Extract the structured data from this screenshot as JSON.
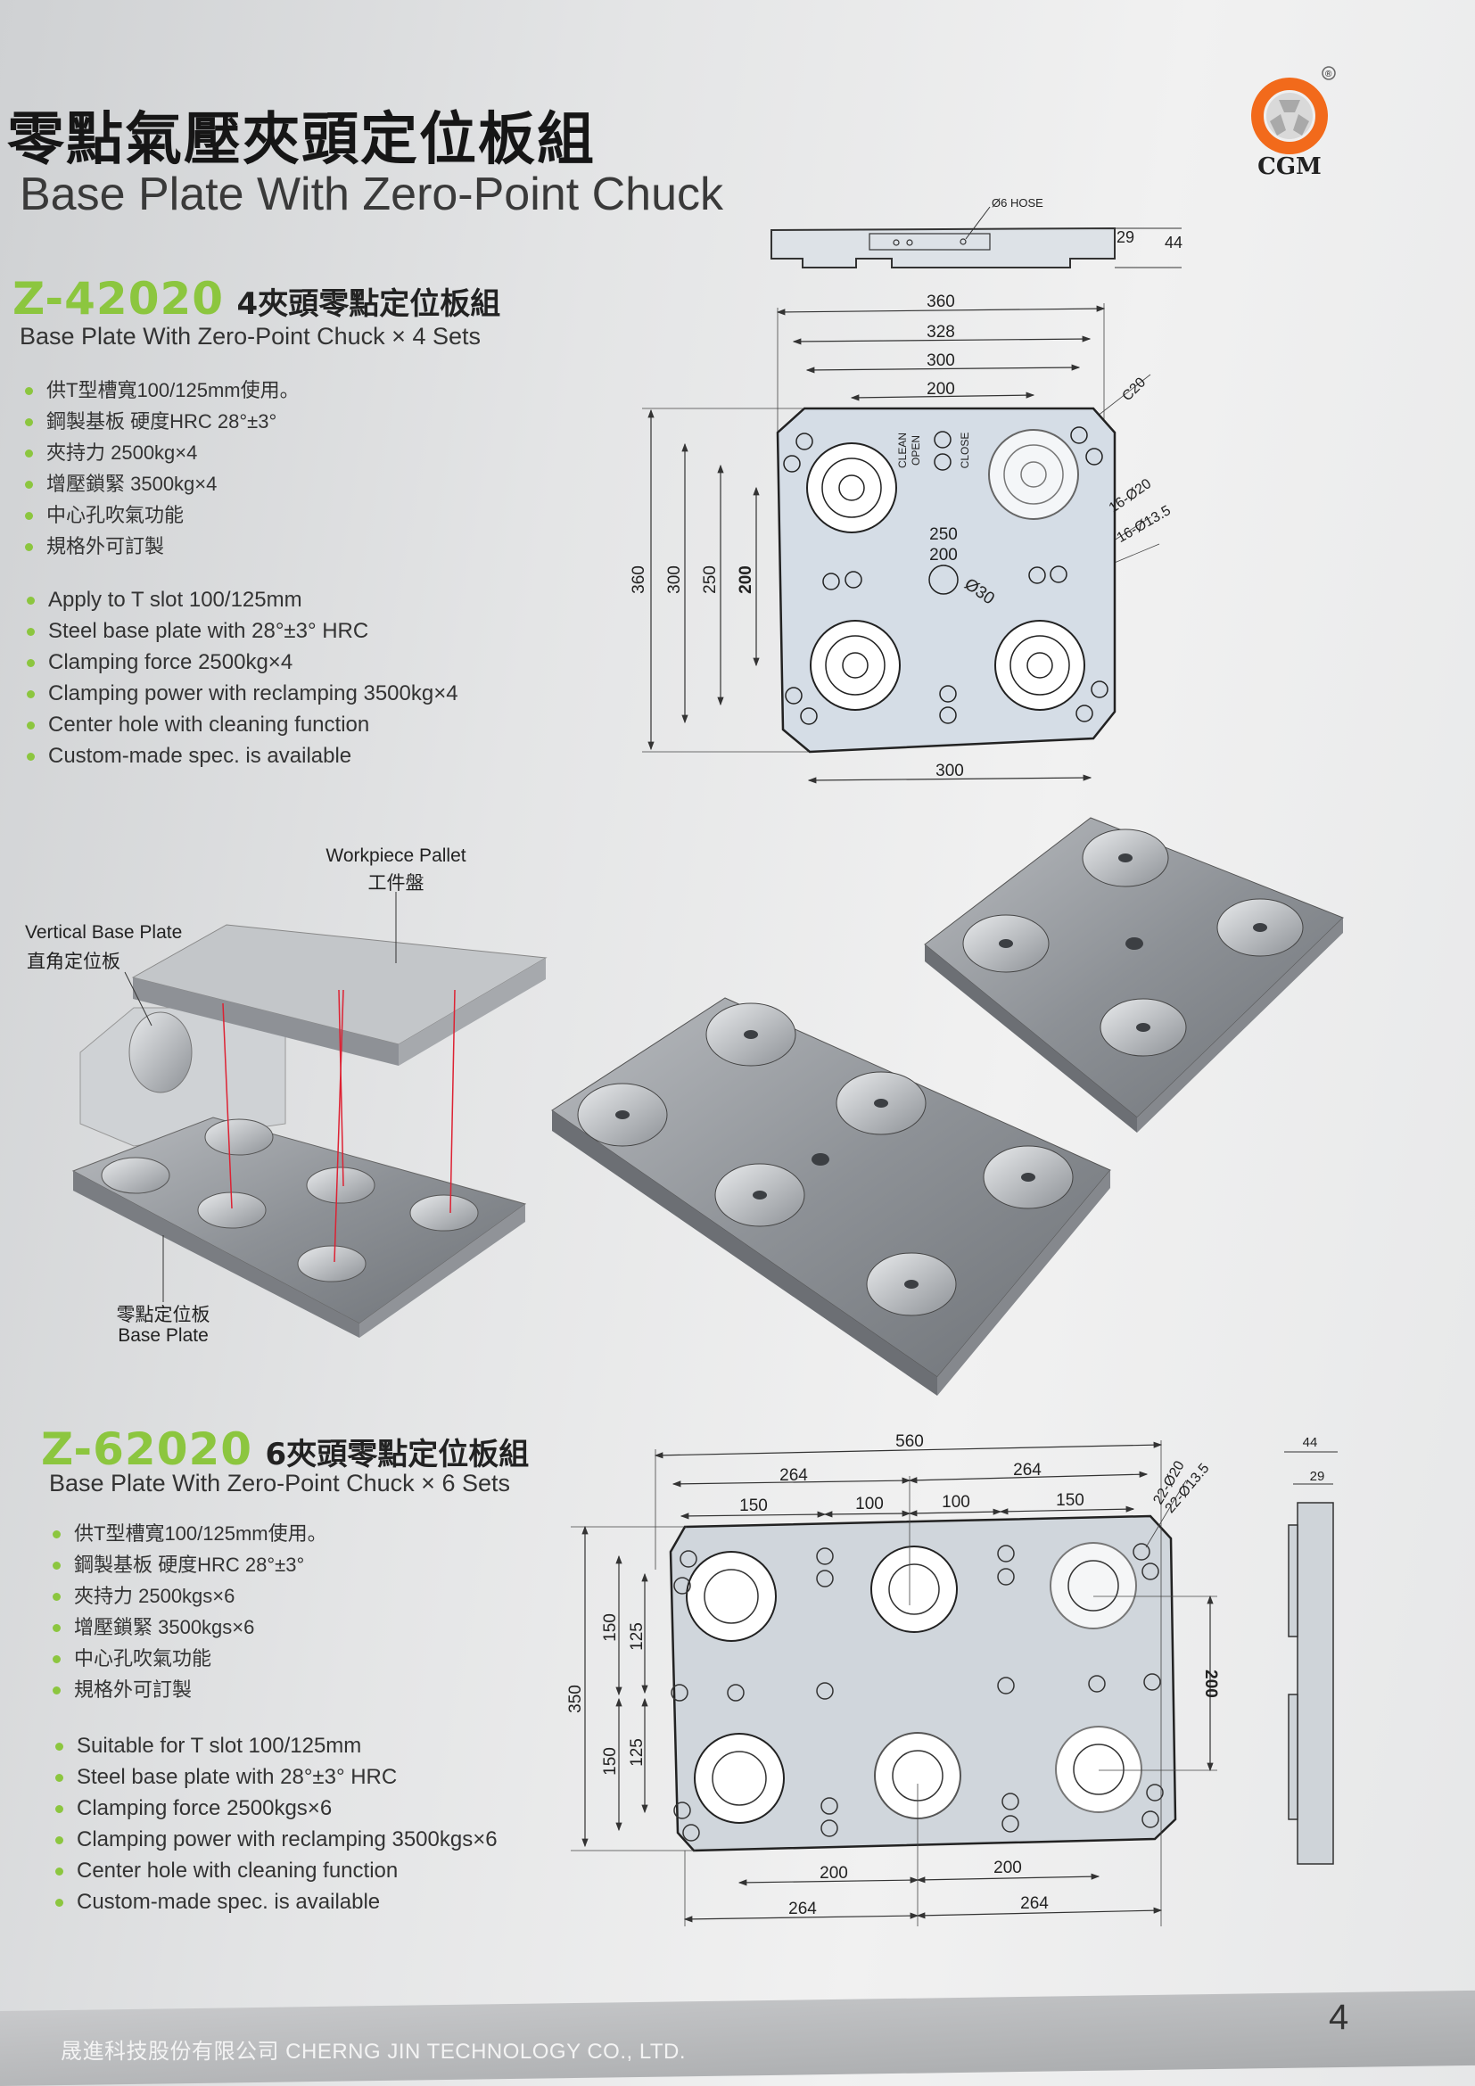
{
  "brand": {
    "logo_text": "CGM",
    "registered": "®",
    "accent": "#f26a1b"
  },
  "header": {
    "title_cn": "零點氣壓夾頭定位板組",
    "title_en": "Base Plate With Zero-Point Chuck"
  },
  "colors": {
    "model_green": "#8cc63f",
    "bullet_green": "#8cc63f"
  },
  "product1": {
    "model": "Z-42020",
    "name_cn": "4夾頭零點定位板組",
    "subtitle": "Base Plate With Zero-Point Chuck × 4 Sets",
    "bullets_cn": [
      "供T型槽寬100/125mm使用。",
      "鋼製基板 硬度HRC 28°±3°",
      "夾持力 2500kg×4",
      "增壓鎖緊 3500kg×4",
      "中心孔吹氣功能",
      "規格外可訂製"
    ],
    "bullets_en": [
      "Apply to T slot 100/125mm",
      "Steel base plate with 28°±3° HRC",
      "Clamping force 2500kg×4",
      "Clamping power with reclamping 3500kg×4",
      "Center hole with cleaning function",
      "Custom-made spec. is available"
    ],
    "drawing": {
      "hose": "Ø6 HOSE",
      "h29": "29",
      "h44": "44",
      "w360": "360",
      "w328": "328",
      "w300": "300",
      "w200": "200",
      "c20": "C20",
      "holes1": "16-Ø20",
      "holes2": "16-Ø13.5",
      "i250": "250",
      "i200": "200",
      "center": "Ø30",
      "v360": "360",
      "v300": "300",
      "v250": "250",
      "v200": "200",
      "b300": "300",
      "clean": "CLEAN",
      "open": "OPEN",
      "close": "CLOSE"
    }
  },
  "illustration": {
    "pallet_en": "Workpiece Pallet",
    "pallet_cn": "工件盤",
    "vertical_en": "Vertical Base Plate",
    "vertical_cn": "直角定位板",
    "base_cn": "零點定位板",
    "base_en": "Base Plate"
  },
  "product2": {
    "model": "Z-62020",
    "name_cn": "6夾頭零點定位板組",
    "subtitle": "Base Plate With Zero-Point Chuck × 6 Sets",
    "bullets_cn": [
      "供T型槽寬100/125mm使用。",
      "鋼製基板 硬度HRC 28°±3°",
      "夾持力 2500kgs×6",
      "增壓鎖緊 3500kgs×6",
      "中心孔吹氣功能",
      "規格外可訂製"
    ],
    "bullets_en": [
      "Suitable for T slot 100/125mm",
      "Steel base plate with 28°±3° HRC",
      "Clamping force 2500kgs×6",
      "Clamping power with reclamping 3500kgs×6",
      "Center hole with cleaning function",
      "Custom-made spec. is available"
    ],
    "drawing": {
      "w560": "560",
      "w264a": "264",
      "w264b": "264",
      "s150a": "150",
      "s100a": "100",
      "s100b": "100",
      "s150b": "150",
      "holes1": "22-Ø20",
      "holes2": "22-Ø13.5",
      "v350": "350",
      "v150a": "150",
      "v125a": "125",
      "v150b": "150",
      "v125b": "125",
      "r200": "200",
      "b200a": "200",
      "b200b": "200",
      "b264a": "264",
      "b264b": "264",
      "side44": "44",
      "side29": "29"
    }
  },
  "footer": {
    "company": "晟進科技股份有限公司  CHERNG JIN TECHNOLOGY CO., LTD.",
    "page": "4"
  }
}
